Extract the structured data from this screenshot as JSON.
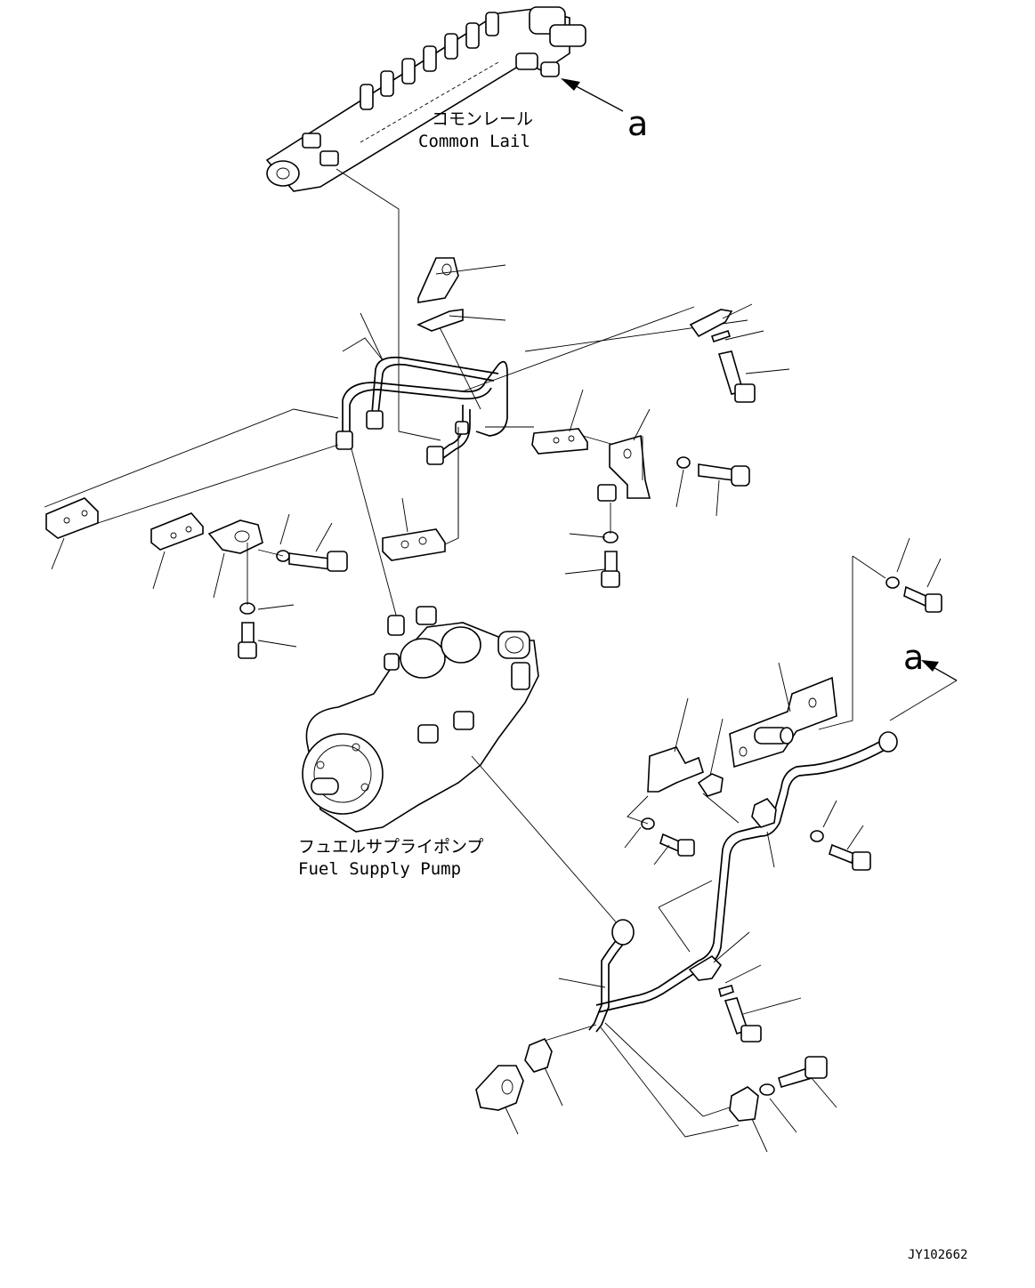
{
  "labels": {
    "common_rail_jp": "コモンレール",
    "common_rail_en": "Common Lail",
    "fuel_pump_jp": "フュエルサプライポンプ",
    "fuel_pump_en": "Fuel Supply Pump",
    "arrow_top": "a",
    "arrow_right": "a",
    "drawing_id": "JY102662"
  }
}
